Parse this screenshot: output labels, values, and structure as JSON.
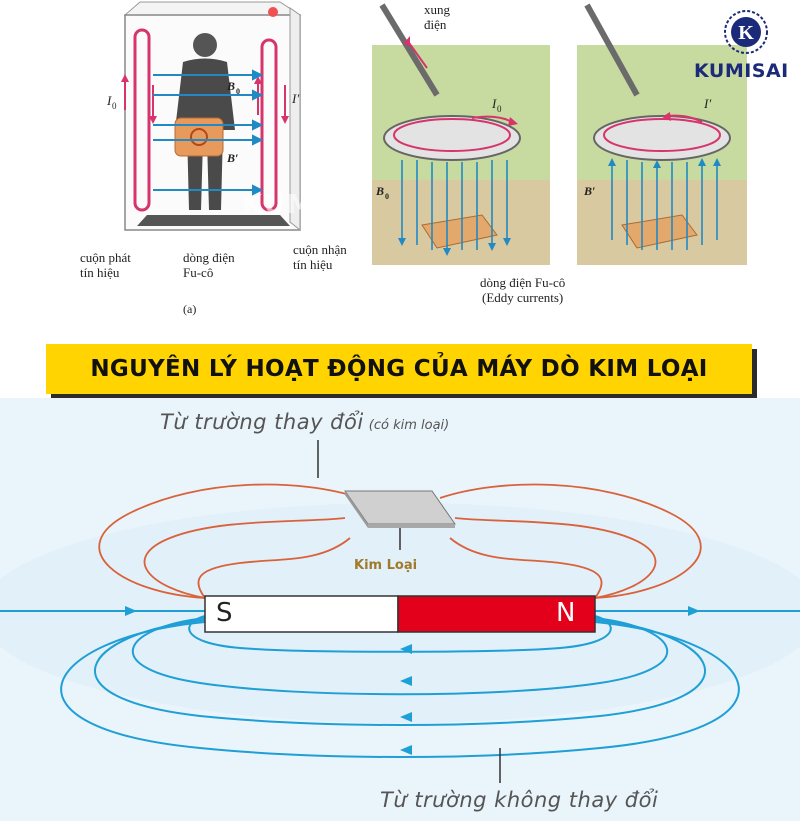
{
  "logo": {
    "text": "KUMISAI",
    "letter": "K"
  },
  "watermark": "KUMISAI.VN",
  "top_left": {
    "label_i0": "I",
    "label_i0_sub": "0",
    "label_iprime": "I′",
    "label_b0": "B",
    "label_b0_sub": "0",
    "label_bprime": "B′",
    "coil_emit": [
      "cuộn phát",
      "tín hiệu"
    ],
    "eddy": [
      "dòng điện",
      "Fu-cô"
    ],
    "coil_receive": [
      "cuộn nhận",
      "tín hiệu"
    ],
    "panel_label": "(a)"
  },
  "top_right": {
    "pulse": [
      "xung",
      "điện"
    ],
    "label_i0": "I",
    "label_i0_sub": "0",
    "label_iprime": "I′",
    "label_b0": "B",
    "label_b0_sub": "0",
    "label_bprime": "B′",
    "eddy_caption": [
      "dòng điện Fu-cô",
      "(Eddy currents)"
    ]
  },
  "banner": {
    "title": "NGUYÊN LÝ HOẠT ĐỘNG CỦA MÁY DÒ KIM LOẠI"
  },
  "bottom": {
    "caption_top": "Từ trường thay đổi",
    "caption_top_sub": "(có kim loại)",
    "metal_label": "Kim Loại",
    "pole_s": "S",
    "pole_n": "N",
    "caption_bottom": "Từ trường không thay đổi"
  },
  "colors": {
    "banner_bg": "#ffd400",
    "magnet_red": "#e3001b",
    "field_blue": "#1e9fd6",
    "field_red": "#d9623b",
    "logo_blue": "#1c2a7a"
  }
}
